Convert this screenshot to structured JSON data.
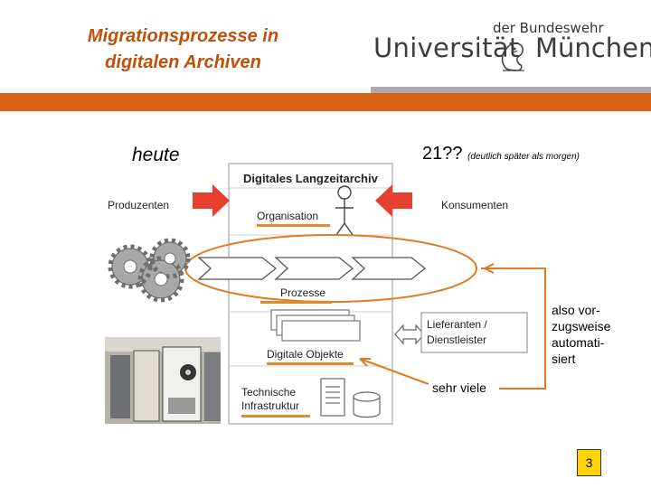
{
  "header": {
    "title_line1": "Migrationsprozesse in",
    "title_line2": "digitalen Archiven",
    "logo_top": "der Bundeswehr",
    "logo_left": "Universität",
    "logo_right": "München"
  },
  "slide": {
    "today": "heute",
    "future": "21??",
    "future_note": "(deutlich später als morgen)",
    "note_lines": [
      "also vor-",
      "zugsweise",
      "automati-",
      "siert"
    ],
    "many": "sehr viele",
    "page": "3"
  },
  "diagram": {
    "archive": "Digitales Langzeitarchiv",
    "producers": "Produzenten",
    "consumers": "Konsumenten",
    "organisation": "Organisation",
    "processes": "Prozesse",
    "suppliers_line1": "Lieferanten /",
    "suppliers_line2": "Dienstleister",
    "digital_objects": "Digitale Objekte",
    "infra_line1": "Technische",
    "infra_line2": "Infrastruktur"
  },
  "colors": {
    "accent_orange": "#d75f11",
    "title_orange": "#c0500a",
    "rule_gray": "#a9a9a9",
    "page_yellow": "#ffd400"
  }
}
